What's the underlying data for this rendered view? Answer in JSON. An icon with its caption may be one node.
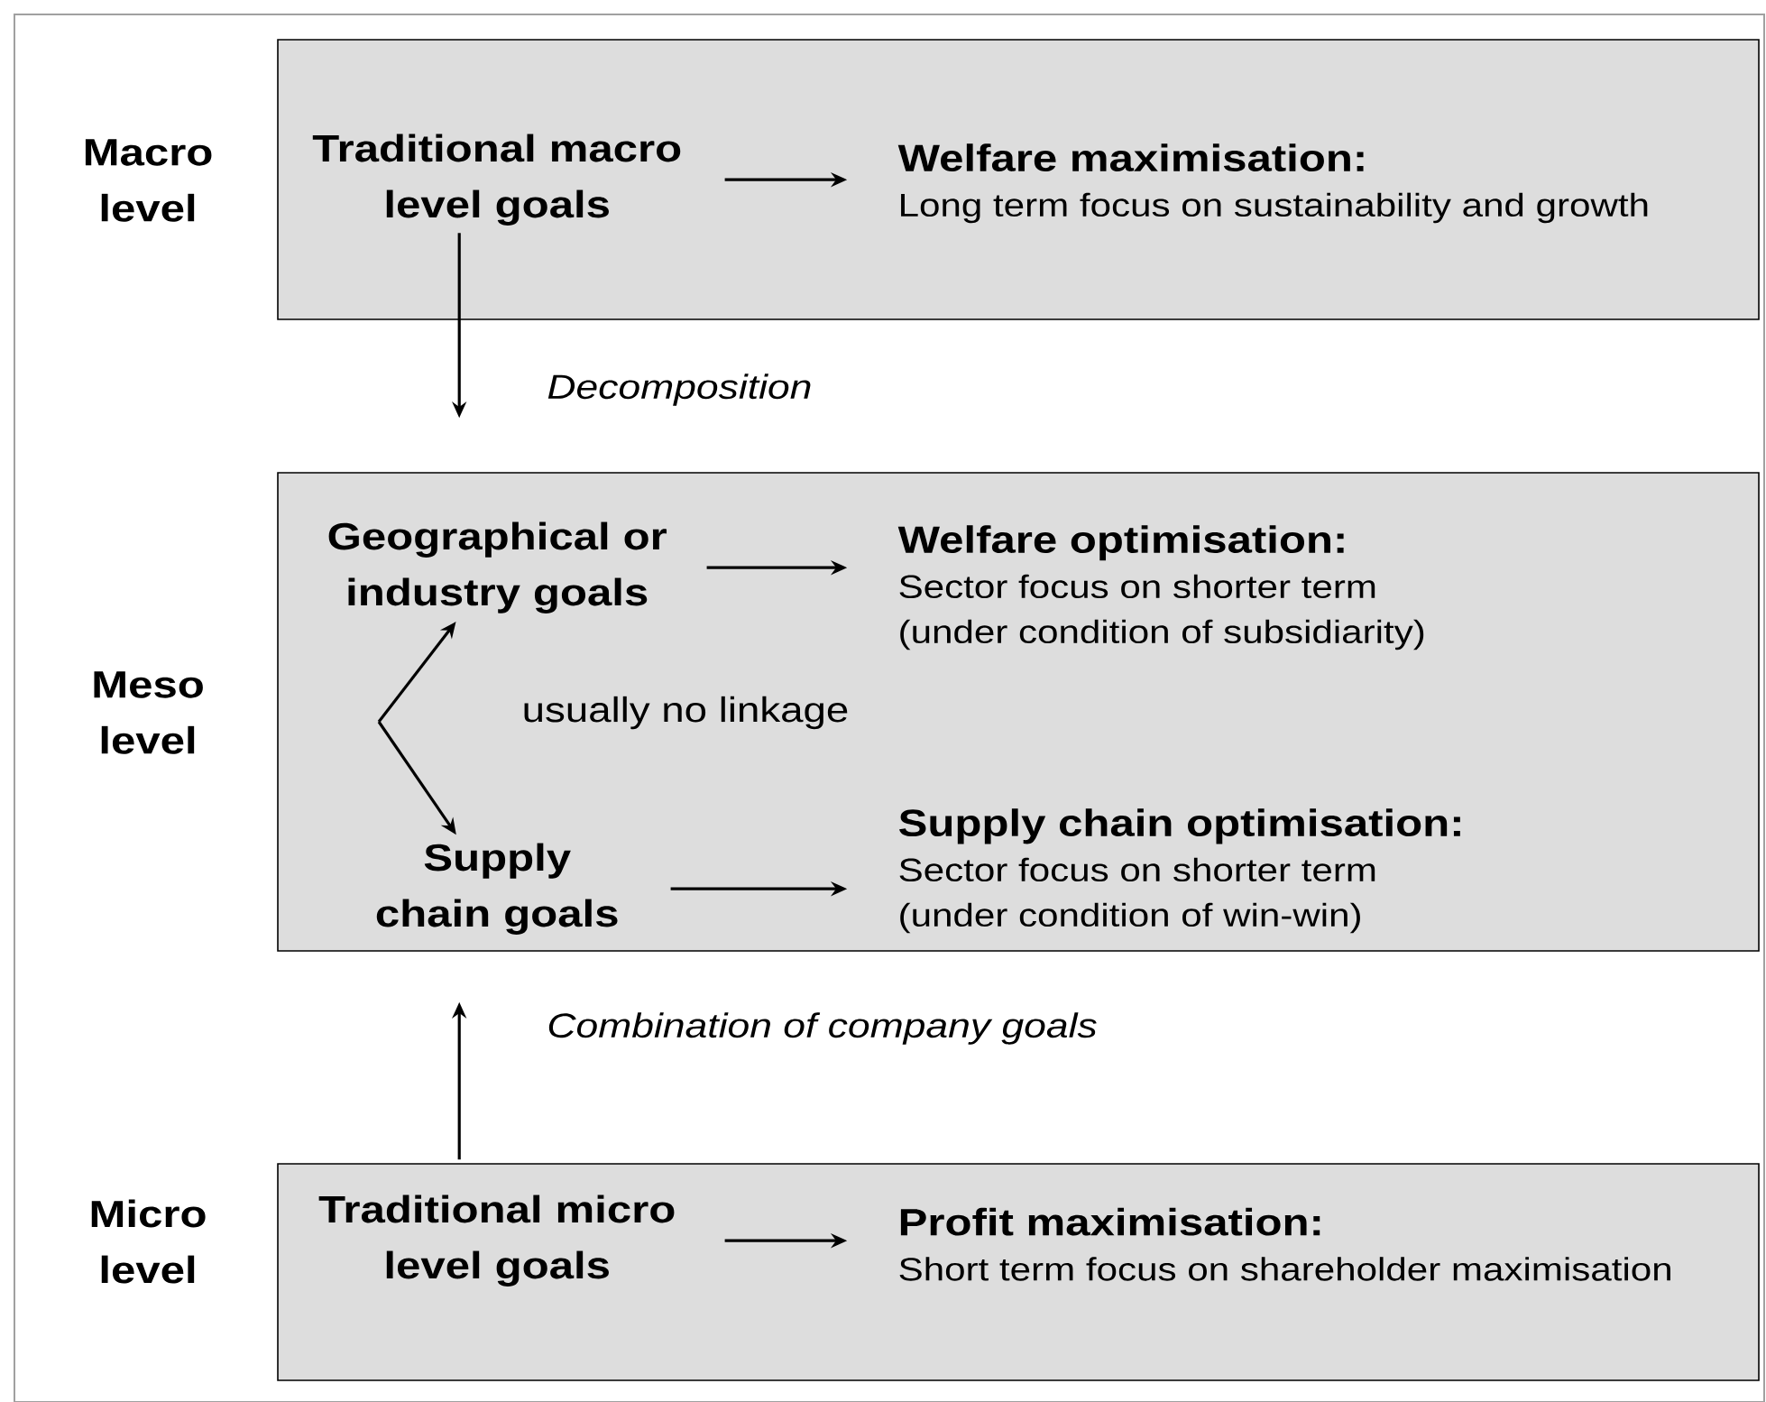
{
  "diagram": {
    "nodes": [
      {
        "text": [],
        "shape": "box"
      },
      {
        "text": [
          "Traditional macro level goals"
        ],
        "in": 0
      },
      {
        "text": [
          "Welfare maximisation:",
          "Long term focus on sustainability and growth"
        ],
        "in": 0
      },
      {
        "text": [],
        "shape": "box"
      },
      {
        "text": [
          "Geographical or industry goals"
        ],
        "in": 3
      },
      {
        "text": [
          "Welfare optimisation:",
          "Sector focus on shorter term (under condition of subsidiarity)"
        ],
        "in": 3
      },
      {
        "text": [
          "Supply chain goals"
        ],
        "in": 3
      },
      {
        "text": [
          "Supply chain optimisation:",
          "Sector focus on shorter term (under condition of win-win)"
        ],
        "in": 3
      },
      {
        "text": [],
        "shape": "box"
      },
      {
        "text": [
          "Traditional micro level goals"
        ],
        "in": 8
      },
      {
        "text": [
          "Profit maximisation:",
          "Short term focus on shareholder maximisation"
        ],
        "in": 8
      }
    ],
    "edges": [
      {
        "from": 1,
        "to": 2,
        "arrow": "to"
      },
      {
        "from": 1,
        "to": 3,
        "arrow": "to",
        "label": "Decomposition"
      },
      {
        "from": 4,
        "to": 5,
        "arrow": "to"
      },
      {
        "from": null,
        "to": 4,
        "arrow": "to"
      },
      {
        "from": null,
        "to": 6,
        "arrow": "to"
      },
      {
        "from": 6,
        "to": 7,
        "arrow": "to"
      },
      {
        "from": 8,
        "to": 3,
        "arrow": "to",
        "label": "Combination of company goals"
      },
      {
        "from": 9,
        "to": 10,
        "arrow": "to"
      }
    ],
    "labels": [
      "Macro level",
      "Meso level",
      "usually no linkage",
      "Micro level"
    ]
  }
}
